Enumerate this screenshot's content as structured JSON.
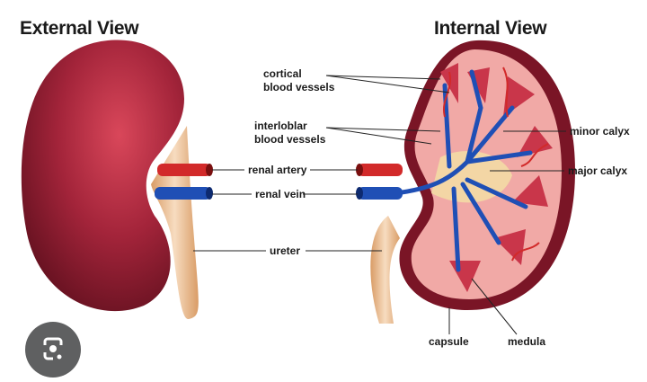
{
  "titles": {
    "external": "External View",
    "internal": "Internal View"
  },
  "labels": {
    "cortical_1": "cortical",
    "cortical_2": "blood vessels",
    "interlobar_1": "interloblar",
    "interlobar_2": "blood vessels",
    "renal_artery": "renal artery",
    "renal_vein": "renal vein",
    "ureter": "ureter",
    "minor_calyx": "minor calyx",
    "major_calyx": "major calyx",
    "capsule": "capsule",
    "medula": "medula"
  },
  "colors": {
    "kidney": "#8e1a2c",
    "artery": "#d22a2a",
    "vein": "#1f4fb5",
    "ureter": "#e8b98a",
    "cortex": "#f1a9a6"
  },
  "overlay": {
    "icon": "google-lens-icon"
  }
}
